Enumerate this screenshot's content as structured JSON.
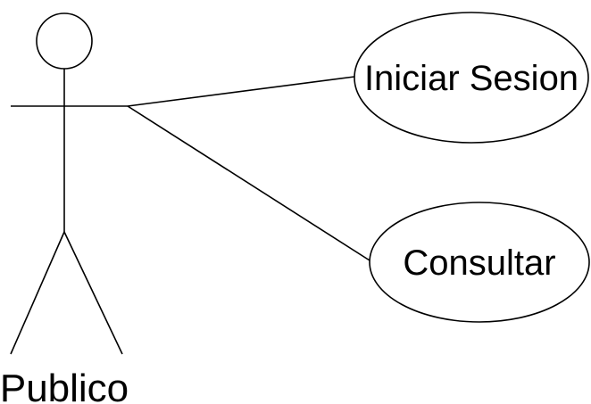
{
  "diagram": {
    "type": "use-case",
    "actor": {
      "name": "Publico"
    },
    "use_cases": [
      {
        "label": "Iniciar Sesion"
      },
      {
        "label": "Consultar"
      }
    ],
    "associations": [
      {
        "from": "Publico",
        "to": "Iniciar Sesion"
      },
      {
        "from": "Publico",
        "to": "Consultar"
      }
    ],
    "colors": {
      "stroke": "#000000",
      "background": "#ffffff",
      "text": "#000000"
    }
  }
}
